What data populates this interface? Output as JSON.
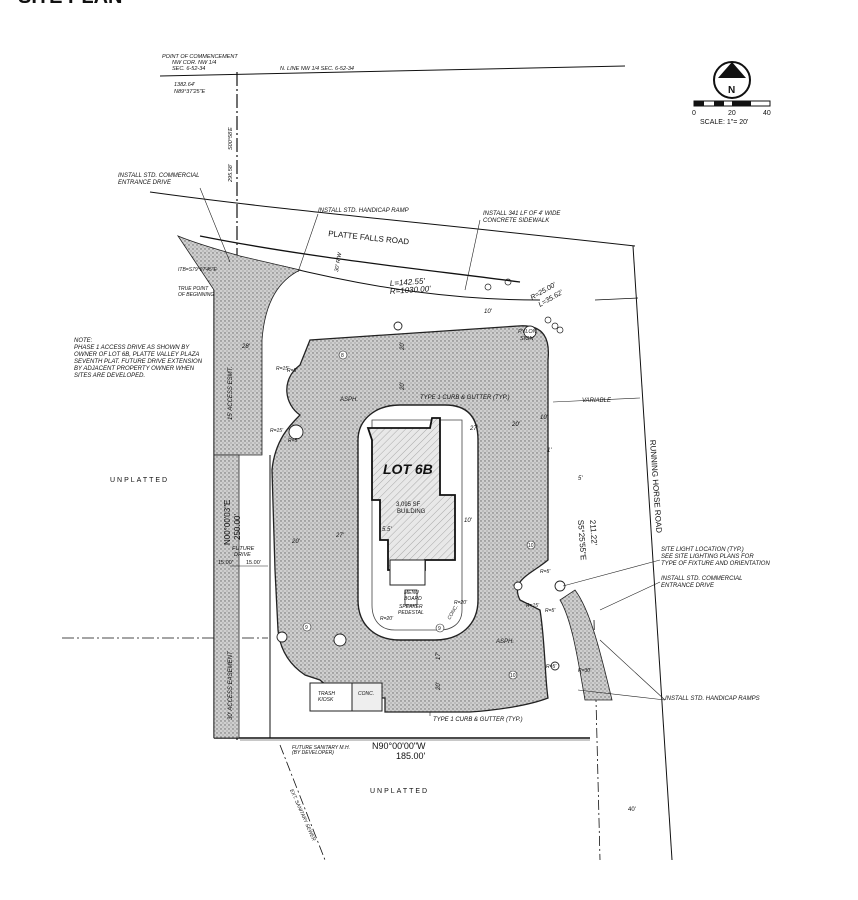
{
  "header": {
    "title_fragment": "SITE PLAN"
  },
  "north_arrow": {
    "letter": "N"
  },
  "scale_bar": {
    "ticks": [
      "0",
      "20",
      "40"
    ],
    "scale_text": "SCALE: 1\"= 20'"
  },
  "commencement": {
    "l1": "POINT OF COMMENCEMENT",
    "l2": "NW COR. NW 1/4",
    "l3": "SEC. 6-52-34",
    "d1": "1382.64'",
    "d2": "N89°37'25\"E"
  },
  "north_line": "N. LINE NW 1/4 SEC. 6-52-34",
  "left_dims": {
    "a": "S00°58'E",
    "b": "295.58'"
  },
  "notes": {
    "entrance_top": [
      "INSTALL STD. COMMERCIAL",
      "ENTRANCE DRIVE"
    ],
    "handicap_top": "INSTALL STD. HANDICAP RAMP",
    "sidewalk": [
      "INSTALL 341 LF OF 4' WIDE",
      "CONCRETE SIDEWALK"
    ],
    "road_name": "PLATTE FALLS ROAD",
    "row": "30' R/W",
    "arc1_l": "L=142.55'",
    "arc1_r": "R=1030.00'",
    "arc2_r": "R=25.00'",
    "arc2_l": "L=35.62'",
    "bearing_small": "ITB=S79°07'45\"E",
    "true_point": [
      "TRUE POINT",
      "OF BEGINNING"
    ],
    "phase_note": [
      "NOTE:",
      "PHASE 1 ACCESS DRIVE AS SHOWN BY",
      "OWNER OF LOT 6B, PLATTE VALLEY PLAZA",
      "SEVENTH PLAT. FUTURE DRIVE EXTENSION",
      "BY ADJACENT PROPERTY OWNER WHEN",
      "SITES ARE DEVELOPED."
    ],
    "access_esmt": "15' ACCESS ESMT.",
    "access_esmt2": "30' ACCESS EASEMENT",
    "unplatted_w": "UNPLATTED",
    "unplatted_s": "UNPLATTED",
    "dim_250": "250.00'",
    "bearing_w": "N00°00'03\"E",
    "future_drive": [
      "FUTURE",
      "DRIVE"
    ],
    "dim_15a": "15.00'",
    "dim_15b": "15.00'",
    "pylon": [
      "PYLON",
      "SIGN"
    ],
    "variable": "VARIABLE",
    "running_horse": "RUNNING HORSE ROAD",
    "dim_211": "211.22'",
    "bearing_e": "S5°25'55\"E",
    "site_light": [
      "SITE LIGHT LOCATION (TYP.)",
      "SEE SITE LIGHTING PLANS FOR",
      "TYPE OF FIXTURE AND ORIENTATION"
    ],
    "entrance_east": [
      "INSTALL STD. COMMERCIAL",
      "ENTRANCE DRIVE"
    ],
    "handicap_ramps": "INSTALL STD. HANDICAP RAMPS",
    "curb_top": "TYPE 1 CURB & GUTTER (TYP.)",
    "curb_bottom": "TYPE 1 CURB & GUTTER (TYP.)",
    "lot": "LOT 6B",
    "building": [
      "3,095 SF",
      "BUILDING"
    ],
    "menu_board": [
      "MENU",
      "BOARD"
    ],
    "speaker": [
      "SPEAKER",
      "PEDESTAL"
    ],
    "trash": [
      "TRASH",
      "KIOSK"
    ],
    "conc": "CONC.",
    "conc2": "CONC.",
    "asph1": "ASPH.",
    "asph2": "ASPH.",
    "south_bearing": "N90°00'00\"W",
    "south_dist": "185.00'",
    "future_mh": [
      "FUTURE SANITARY M.H.",
      "(BY DEVELOPER)"
    ],
    "ext_sewer": "EXT. SANITARY SEWER",
    "dim_40": "40'",
    "dims": {
      "d28": "28'",
      "d20a": "20'",
      "d20b": "20'",
      "d27a": "27'",
      "d20c": "20'",
      "d10a": "10'",
      "d1": "1'",
      "d5": "5'",
      "d10b": "10'",
      "d5_5": "5.5'",
      "d20d": "20'",
      "d27b": "27'",
      "d17": "17'",
      "d20e": "20'",
      "d10c": "10'"
    },
    "radii": {
      "r15a": "R=15'",
      "r5a": "R=5'",
      "r15b": "R=15'",
      "r5b": "R=5'",
      "r5c": "R=5'",
      "r15c": "R=15'",
      "r20a": "R=20'",
      "r20b": "R=20'",
      "r5d": "R=5'",
      "r5e": "R=5'",
      "r30": "R=30'"
    },
    "stall_numbers": [
      "8",
      "9",
      "10",
      "10",
      "9"
    ]
  }
}
